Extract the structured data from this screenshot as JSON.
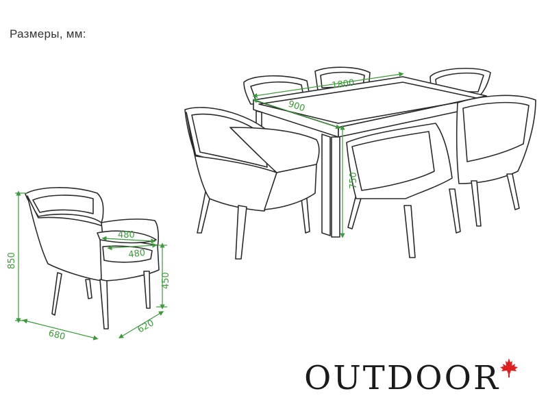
{
  "header": {
    "title": "Размеры, мм:"
  },
  "dimensions": {
    "table_length": "1800",
    "table_width": "900",
    "table_height": "750",
    "chair_height": "850",
    "seat_height": "450",
    "chair_width": "680",
    "chair_depth": "620",
    "seat_width": "480",
    "seat_depth": "480"
  },
  "brand": {
    "name": "OUTDOOR",
    "logo_icon": "maple-leaf-icon",
    "leaf_color": "#e02020"
  },
  "colors": {
    "dimension": "#3c9a3a",
    "line": "#2a2a2a"
  }
}
